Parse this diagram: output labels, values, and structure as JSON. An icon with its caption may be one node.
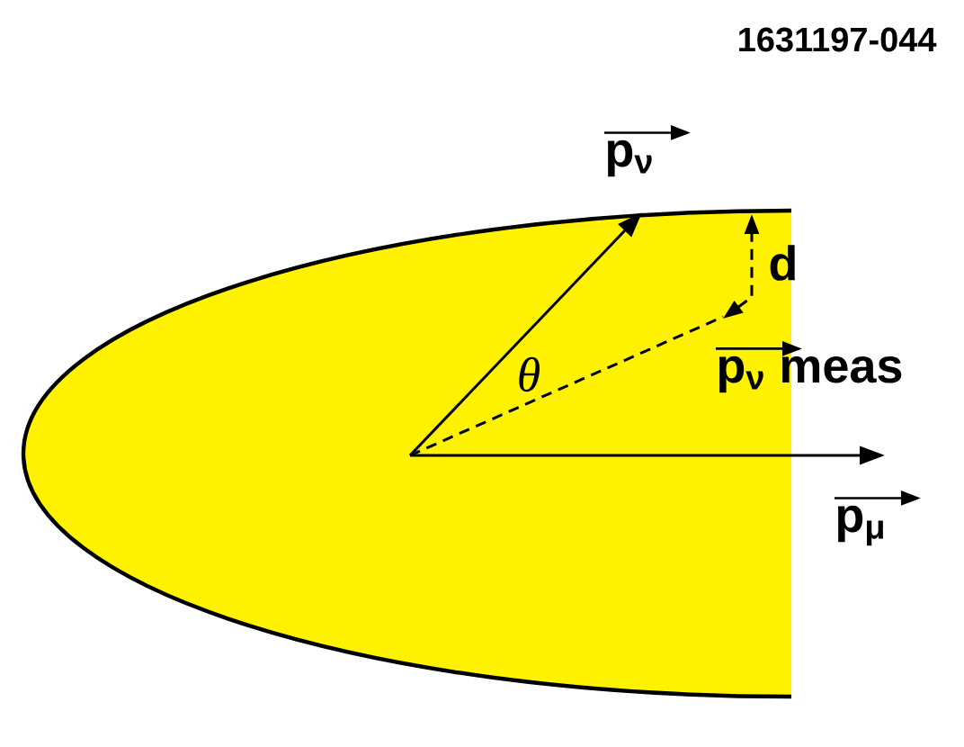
{
  "diagram": {
    "labels": [
      "1631197-044",
      "p$_{ν}$",
      "d",
      "p$_{ν}$ meas",
      "θ",
      "p$_{μ}$"
    ]
  }
}
